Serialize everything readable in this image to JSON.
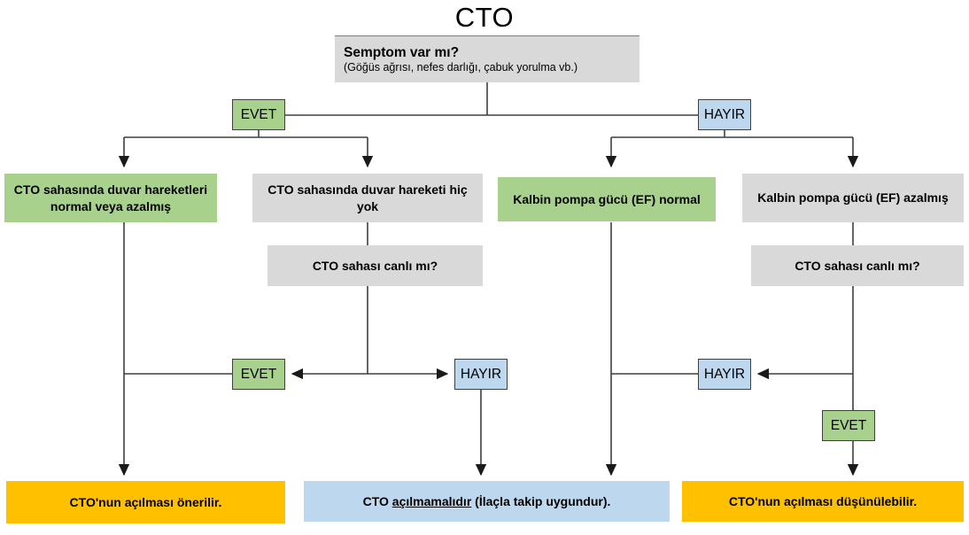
{
  "diagram": {
    "title": "CTO",
    "root_question": {
      "line1": "Semptom var mı?",
      "line2": "(Göğüs ağrısı, nefes darlığı, çabuk yorulma vb.)"
    },
    "branch_labels": {
      "yes": "EVET",
      "no": "HAYIR"
    },
    "level2": [
      {
        "text": "CTO sahasında duvar hareketleri normal veya azalmış",
        "color": "green"
      },
      {
        "text": "CTO sahasında duvar hareketi hiç yok",
        "color": "grey"
      },
      {
        "text": "Kalbin pompa gücü (EF) normal",
        "color": "green"
      },
      {
        "text": "Kalbin pompa gücü (EF) azalmış",
        "color": "grey"
      }
    ],
    "viability_questions": [
      {
        "text": "CTO sahası canlı mı?"
      },
      {
        "text": "CTO sahası canlı mı?"
      }
    ],
    "decision_tags": [
      {
        "id": "evet-left",
        "label": "EVET",
        "color": "green"
      },
      {
        "id": "hayir-mid",
        "label": "HAYIR",
        "color": "blue"
      },
      {
        "id": "hayir-right",
        "label": "HAYIR",
        "color": "blue"
      },
      {
        "id": "evet-right",
        "label": "EVET",
        "color": "green"
      }
    ],
    "results": [
      {
        "id": "result-open-recommended",
        "text": "CTO'nun açılması önerilir.",
        "color": "#ffc000"
      },
      {
        "id": "result-do-not-open",
        "prefix": "CTO ",
        "emphasis": "açılmamalıdır",
        "suffix": " (İlaçla takip uygundur).",
        "color": "#bdd7ee"
      },
      {
        "id": "result-open-considerable",
        "text": "CTO'nun açılması düşünülebilir.",
        "color": "#ffc000"
      }
    ],
    "colors": {
      "green": "#a9d18e",
      "blue": "#bdd7ee",
      "grey": "#d9d9d9",
      "yellow": "#ffc000",
      "line": "#3f3f3f"
    }
  }
}
